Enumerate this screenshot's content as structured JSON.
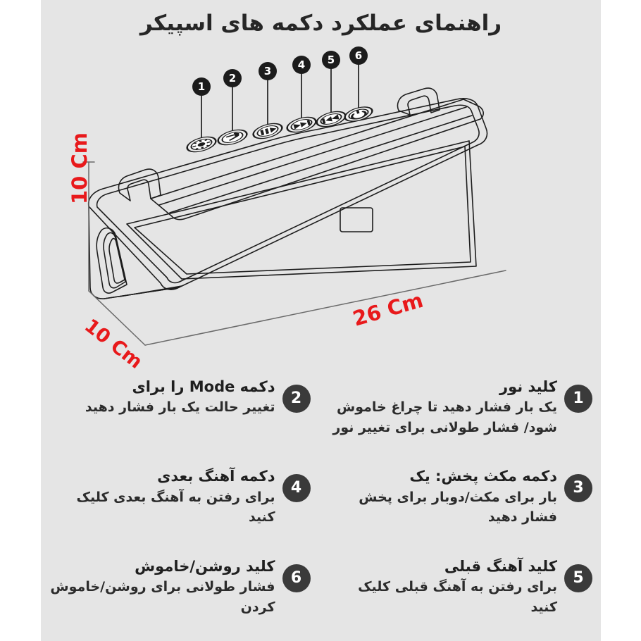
{
  "page": {
    "title": "راهنمای عملکرد دکمه های اسپیکر",
    "background_color": "#e5e5e5",
    "accent_color": "#e8191b",
    "badge_color": "#1c1c1c",
    "legend_badge_color": "#3a3a3a"
  },
  "illustration": {
    "product": "portable-bluetooth-speaker",
    "dimensions": {
      "height": "10 Cm",
      "depth": "10 Cm",
      "width": "26 Cm"
    },
    "callouts": [
      {
        "number": "1",
        "icon": "light-bulb-icon"
      },
      {
        "number": "2",
        "icon": "mode-icon"
      },
      {
        "number": "3",
        "icon": "play-pause-icon"
      },
      {
        "number": "4",
        "icon": "next-track-icon"
      },
      {
        "number": "5",
        "icon": "previous-track-icon"
      },
      {
        "number": "6",
        "icon": "power-icon"
      }
    ]
  },
  "legend": {
    "items": [
      {
        "number": "1",
        "title": "کلید نور",
        "desc": "یک بار فشار دهید تا چراغ خاموش شود/ فشار طولانی برای تغییر نور"
      },
      {
        "number": "2",
        "title": "دکمه Mode را برای",
        "desc": "تغییر حالت یک بار فشار دهید"
      },
      {
        "number": "3",
        "title": "دکمه مکث پخش: یک",
        "desc": "بار برای مکث/دوبار برای پخش فشار دهید"
      },
      {
        "number": "4",
        "title": "دکمه آهنگ بعدی",
        "desc": "برای رفتن به آهنگ بعدی کلیک کنید"
      },
      {
        "number": "5",
        "title": "کلید آهنگ قبلی",
        "desc": "برای رفتن به آهنگ قبلی کلیک کنید"
      },
      {
        "number": "6",
        "title": "کلید روشن/خاموش",
        "desc": "فشار طولانی برای روشن/خاموش کردن"
      }
    ]
  }
}
